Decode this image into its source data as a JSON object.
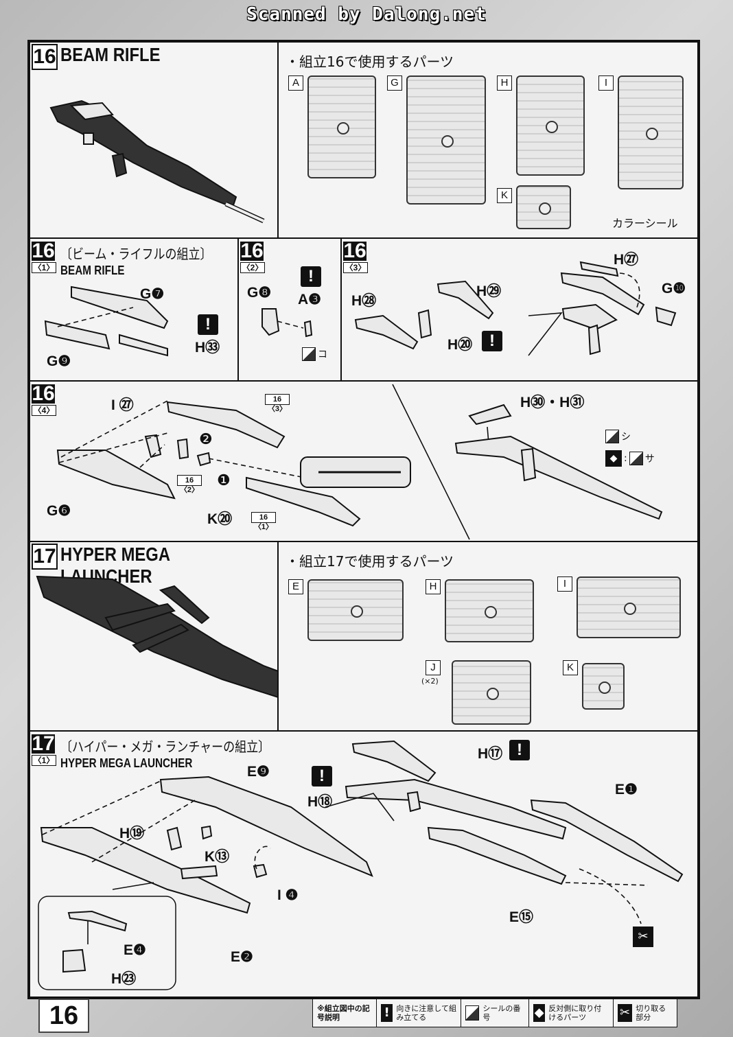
{
  "watermark": "Scanned by Dalong.net",
  "page_number": "16",
  "step16": {
    "number": "16",
    "title": "BEAM RIFLE",
    "parts_heading": "・組立16で使用するパーツ",
    "runners": [
      "A",
      "G",
      "H",
      "I",
      "K"
    ],
    "sticker_label": "カラーシール"
  },
  "step16_1": {
    "number": "16",
    "sub": "〈1〉",
    "title_jp": "〔ビーム・ライフルの組立〕",
    "title_en": "BEAM RIFLE",
    "labels": [
      "G❼",
      "H㉝",
      "G❾"
    ]
  },
  "step16_2": {
    "number": "16",
    "sub": "〈2〉",
    "labels": [
      "G❽",
      "A❸"
    ],
    "sticker": "コ"
  },
  "step16_3": {
    "number": "16",
    "sub": "〈3〉",
    "labels": [
      "H㉘",
      "H㉙",
      "H⑳",
      "H㉗",
      "G❿"
    ]
  },
  "step16_4": {
    "number": "16",
    "sub": "〈4〉",
    "labels": [
      "I ㉗",
      "G❻",
      "K⑳",
      "H㉚・H㉛"
    ],
    "refs": [
      "16〈3〉",
      "16〈2〉",
      "16〈1〉"
    ],
    "order": [
      "❷",
      "❶"
    ],
    "stickers": [
      "シ",
      "サ"
    ]
  },
  "step17": {
    "number": "17",
    "title": "HYPER MEGA LAUNCHER",
    "parts_heading": "・組立17で使用するパーツ",
    "runners": [
      "E",
      "H",
      "I",
      "J",
      "K"
    ],
    "j_qty": "(×2)"
  },
  "step17_1": {
    "number": "17",
    "sub": "〈1〉",
    "title_jp": "〔ハイパー・メガ・ランチャーの組立〕",
    "title_en": "HYPER MEGA LAUNCHER",
    "labels": [
      "E❾",
      "H⑱",
      "H⑲",
      "K⑬",
      "I ❹",
      "E❷",
      "E❹",
      "H㉓",
      "H⑰",
      "E❶",
      "E⑮"
    ]
  },
  "legend": {
    "title": "※組立図中の記号説明",
    "items": [
      {
        "icon": "warning-icon",
        "text": "向きに注意して組み立てる"
      },
      {
        "icon": "sticker-icon",
        "text": "シールの番号"
      },
      {
        "icon": "mirror-icon",
        "text": "反対側に取り付けるパーツ"
      },
      {
        "icon": "cut-icon",
        "text": "切り取る部分"
      }
    ]
  }
}
